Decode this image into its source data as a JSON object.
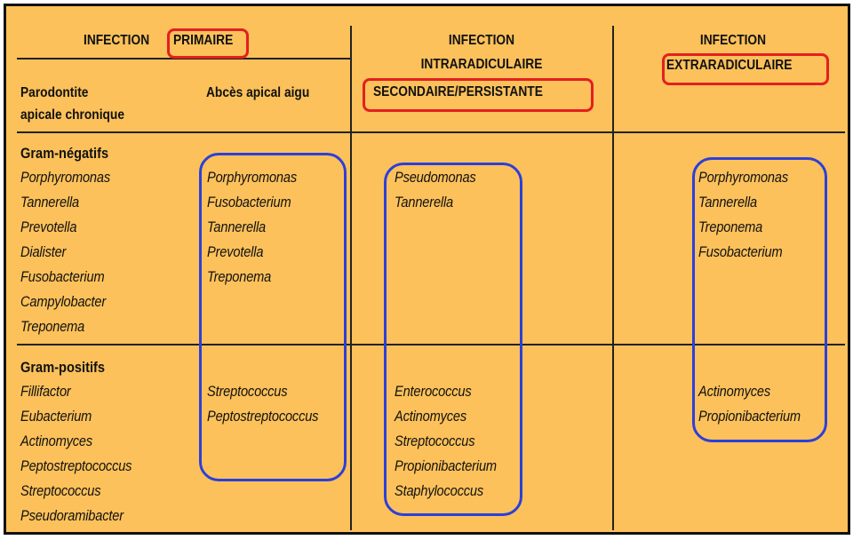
{
  "headers": {
    "col1_line1": "INFECTION",
    "col1_highlight": "PRIMAIRE",
    "col2_line1": "INFECTION",
    "col2_line2": "INTRARADICULAIRE",
    "col2_highlight": "SECONDAIRE/PERSISTANTE",
    "col3_line1": "INFECTION",
    "col3_highlight": "EXTRARADICULAIRE",
    "sub1_line1": "Parodontite",
    "sub1_line2": "apicale chronique",
    "sub2": "Abcès apical aigu"
  },
  "gram_negative": {
    "label": "Gram-négatifs",
    "chronic": [
      "Porphyromonas",
      "Tannerella",
      "Prevotella",
      "Dialister",
      "Fusobacterium",
      "Campylobacter",
      "Treponema"
    ],
    "acute": [
      "Porphyromonas",
      "Fusobacterium",
      "Tannerella",
      "Prevotella",
      "Treponema"
    ],
    "secondary": [
      "Pseudomonas",
      "Tannerella"
    ],
    "extra": [
      "Porphyromonas",
      "Tannerella",
      "Treponema",
      "Fusobacterium"
    ]
  },
  "gram_positive": {
    "label": "Gram-positifs",
    "chronic": [
      "Fillifactor",
      "Eubacterium",
      "Actinomyces",
      "Peptostreptococcus",
      "Streptococcus",
      "Pseudoramibacter"
    ],
    "acute": [
      "Streptococcus",
      "Peptostreptococcus"
    ],
    "secondary": [
      "Enterococcus",
      "Actinomyces",
      "Streptococcus",
      "Propionibacterium",
      "Staphylococcus"
    ],
    "extra": [
      "Actinomyces",
      "Propionibacterium"
    ]
  },
  "colors": {
    "background": "#fcc15a",
    "highlight_red": "#e32020",
    "highlight_blue": "#2d3fd9"
  }
}
